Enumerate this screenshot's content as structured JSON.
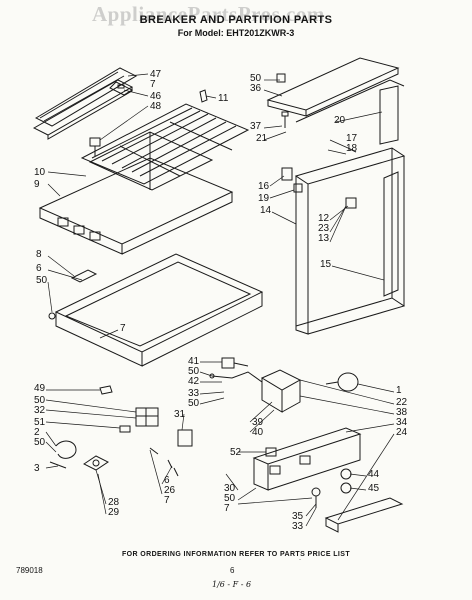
{
  "watermark": "AppliancePartsPros.com",
  "title": "BREAKER AND PARTITION PARTS",
  "model": "For Model: EHT201ZKWR-3",
  "callouts": [
    "47",
    "7",
    "46",
    "48",
    "11",
    "50",
    "36",
    "37",
    "21",
    "20",
    "17",
    "18",
    "16",
    "19",
    "14",
    "12",
    "23",
    "13",
    "15",
    "10",
    "9",
    "8",
    "6",
    "50",
    "7",
    "41",
    "50",
    "42",
    "33",
    "50",
    "31",
    "39",
    "40",
    "1",
    "22",
    "38",
    "34",
    "24",
    "49",
    "50",
    "32",
    "51",
    "2",
    "50",
    "3",
    "6",
    "26",
    "7",
    "28",
    "29",
    "30",
    "50",
    "7",
    "52",
    "35",
    "33",
    "44",
    "45"
  ],
  "footer": {
    "ordering_note": "FOR ORDERING INFORMATION REFER TO PARTS PRICE LIST",
    "doc_number": "789018",
    "page_number": "6",
    "handwritten": "1/6 - F - 6"
  }
}
